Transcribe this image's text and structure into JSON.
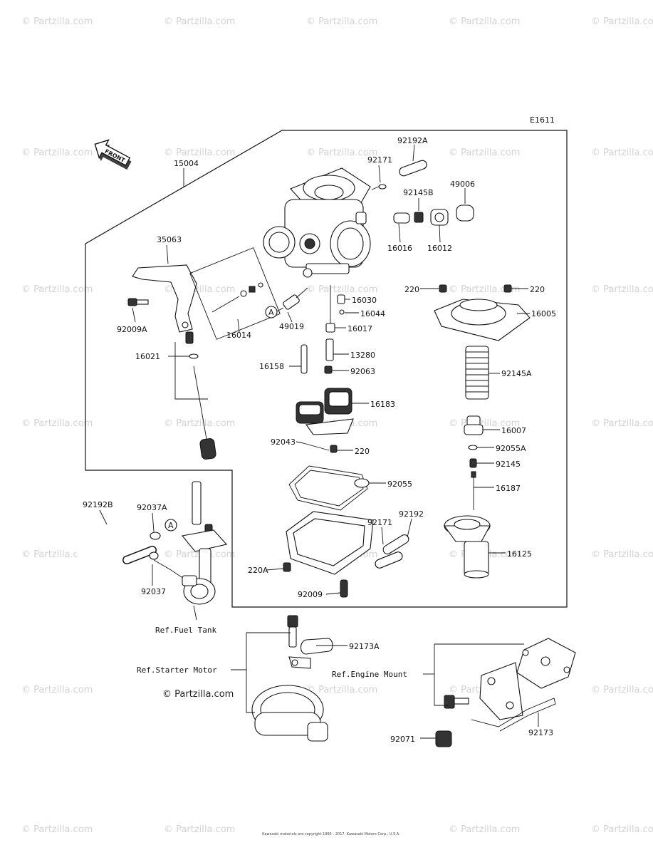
{
  "diagram_code": "E1611",
  "front_label": "FRONT",
  "brand": "© Partzilla.com",
  "watermark": "© Partzilla.com",
  "footer": "Kawasaki materials are copyright 1995 - 2017. Kawasaki Motors Corp., U.S.A.",
  "parts": {
    "p15004": "15004",
    "p35063": "35063",
    "p92009A": "92009A",
    "p16021": "16021",
    "p16014": "16014",
    "p49019": "49019",
    "callout_a": "A",
    "p92171_top": "92171",
    "p92192A": "92192A",
    "p92145B": "92145B",
    "p49006": "49006",
    "p16016": "16016",
    "p16012": "16012",
    "p16030": "16030",
    "p16044": "16044",
    "p16017": "16017",
    "p13280": "13280",
    "p16158": "16158",
    "p92063": "92063",
    "p220_left": "220",
    "p220_right": "220",
    "p16005": "16005",
    "p92145A": "92145A",
    "p16183": "16183",
    "p92043": "92043",
    "p220_float": "220",
    "p16007": "16007",
    "p92055A": "92055A",
    "p92145": "92145",
    "p16187": "16187",
    "p92055": "92055",
    "p16125": "16125",
    "p92171_bottom": "92171",
    "p92192": "92192",
    "p220A": "220A",
    "p92009": "92009",
    "p92192B": "92192B",
    "p92037A": "92037A",
    "callout_a2": "A",
    "p92037": "92037",
    "p92173A": "92173A",
    "p92173": "92173",
    "p92071": "92071"
  },
  "refs": {
    "fuel_tank": "Ref.Fuel Tank",
    "starter_motor": "Ref.Starter Motor",
    "engine_mount": "Ref.Engine Mount"
  }
}
